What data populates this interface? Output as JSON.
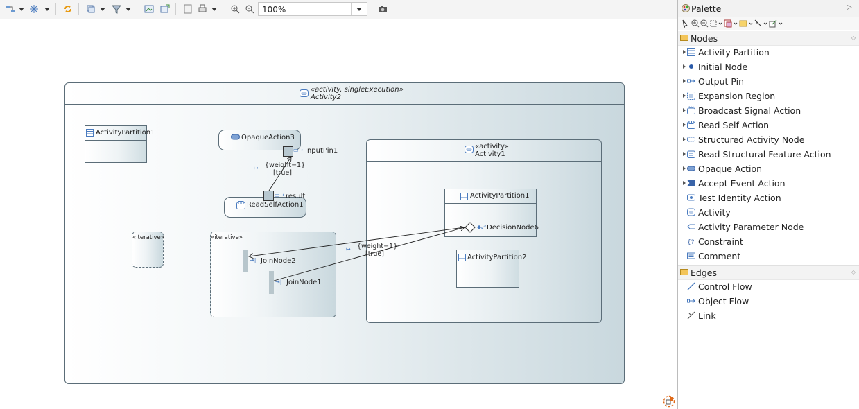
{
  "toolbar": {
    "zoom_value": "100%"
  },
  "diagram": {
    "main_activity": {
      "stereotype": "«activity, singleExecution»",
      "name": "Activity2"
    },
    "partition_left": {
      "name": "ActivityPartition1"
    },
    "opaque_action": {
      "name": "OpaqueAction3"
    },
    "input_pin": {
      "name": "InputPin1"
    },
    "read_self_action": {
      "name": "ReadSelfAction1"
    },
    "output_pin": {
      "name": "result"
    },
    "flow_upper": {
      "weight": "{weight=1}",
      "guard": "[true]"
    },
    "small_region": {
      "stereotype": "«iterative»"
    },
    "expansion_region": {
      "stereotype": "«iterative»",
      "join2": "JoinNode2",
      "join1": "JoinNode1"
    },
    "flow_lower": {
      "weight": "{weight=1}",
      "guard": "[true]"
    },
    "inner_activity": {
      "stereotype": "«activity»",
      "name": "Activity1",
      "partition1": "ActivityPartition1",
      "decision": "DecisionNode6",
      "partition2": "ActivityPartition2"
    }
  },
  "palette": {
    "title": "Palette",
    "nodes_header": "Nodes",
    "nodes": [
      {
        "label": "Activity Partition",
        "icon": "partition-icon",
        "expandable": true
      },
      {
        "label": "Initial Node",
        "icon": "initial-node-icon",
        "expandable": true
      },
      {
        "label": "Output Pin",
        "icon": "output-pin-icon",
        "expandable": true
      },
      {
        "label": "Expansion Region",
        "icon": "expansion-region-icon",
        "expandable": true
      },
      {
        "label": "Broadcast Signal Action",
        "icon": "broadcast-signal-icon",
        "expandable": true
      },
      {
        "label": "Read Self Action",
        "icon": "read-self-icon",
        "expandable": true
      },
      {
        "label": "Structured Activity Node",
        "icon": "structured-node-icon",
        "expandable": true
      },
      {
        "label": "Read Structural Feature Action",
        "icon": "read-feature-icon",
        "expandable": true
      },
      {
        "label": "Opaque Action",
        "icon": "opaque-action-icon",
        "expandable": true
      },
      {
        "label": "Accept Event Action",
        "icon": "accept-event-icon",
        "expandable": true
      },
      {
        "label": "Test Identity Action",
        "icon": "test-identity-icon",
        "expandable": false
      },
      {
        "label": "Activity",
        "icon": "activity-icon",
        "expandable": false
      },
      {
        "label": "Activity Parameter Node",
        "icon": "parameter-node-icon",
        "expandable": false
      },
      {
        "label": "Constraint",
        "icon": "constraint-icon",
        "expandable": false
      },
      {
        "label": "Comment",
        "icon": "comment-icon",
        "expandable": false
      }
    ],
    "edges_header": "Edges",
    "edges": [
      {
        "label": "Control Flow",
        "icon": "control-flow-icon"
      },
      {
        "label": "Object Flow",
        "icon": "object-flow-icon"
      },
      {
        "label": "Link",
        "icon": "link-icon"
      }
    ]
  }
}
